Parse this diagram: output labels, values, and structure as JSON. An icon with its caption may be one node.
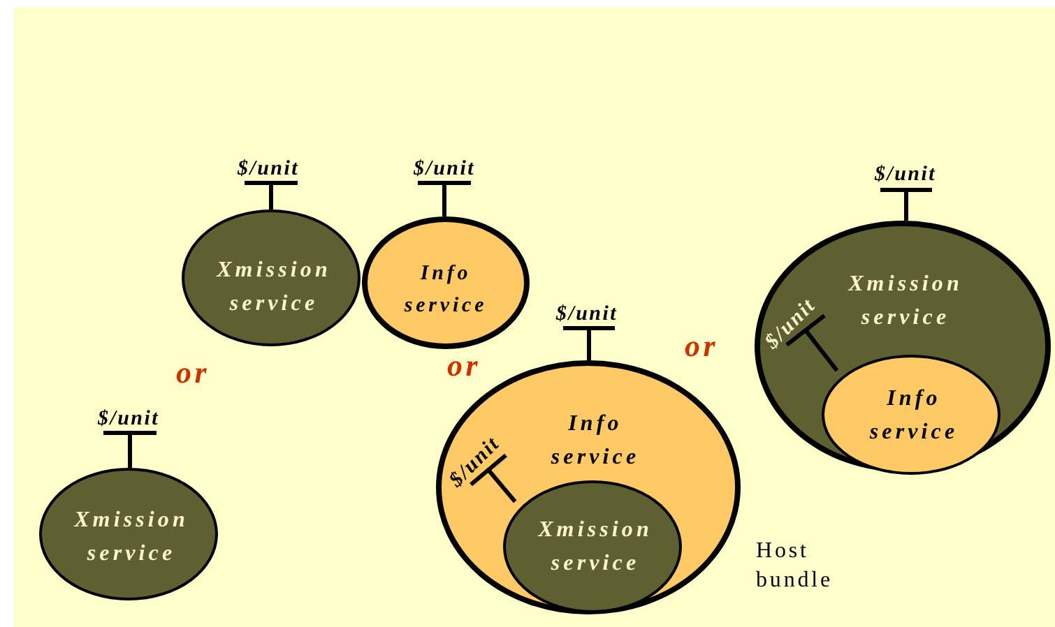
{
  "diagram": {
    "nodes": [
      {
        "text": [
          "$/unit"
        ]
      },
      {
        "text": [
          "$/unit"
        ]
      },
      {
        "text": [
          "Xmission service"
        ]
      },
      {
        "text": [
          "Info service"
        ]
      },
      {
        "text": [
          "$/unit"
        ]
      },
      {
        "text": [
          "Xmission service"
        ]
      },
      {
        "text": [
          "$/unit"
        ]
      },
      {
        "text": [
          "Info service"
        ]
      },
      {
        "text": [
          "$/unit"
        ],
        "in": 7
      },
      {
        "text": [
          "Xmission service"
        ],
        "in": 7
      },
      {
        "text": [
          "$/unit"
        ]
      },
      {
        "text": [
          "Xmission service"
        ]
      },
      {
        "text": [
          "$/unit"
        ],
        "in": 11
      },
      {
        "text": [
          "Info service"
        ],
        "in": 11
      }
    ],
    "edges": [
      {
        "from": 0,
        "to": 2,
        "arrow": "none"
      },
      {
        "from": 1,
        "to": 3,
        "arrow": "none"
      },
      {
        "from": 4,
        "to": 5,
        "arrow": "none"
      },
      {
        "from": 6,
        "to": 7,
        "arrow": "none"
      },
      {
        "from": 8,
        "to": 9,
        "arrow": "none"
      },
      {
        "from": 10,
        "to": 11,
        "arrow": "none"
      },
      {
        "from": 12,
        "to": 13,
        "arrow": "none"
      }
    ],
    "labels": [
      "or",
      "or",
      "or",
      "Host bundle"
    ]
  }
}
